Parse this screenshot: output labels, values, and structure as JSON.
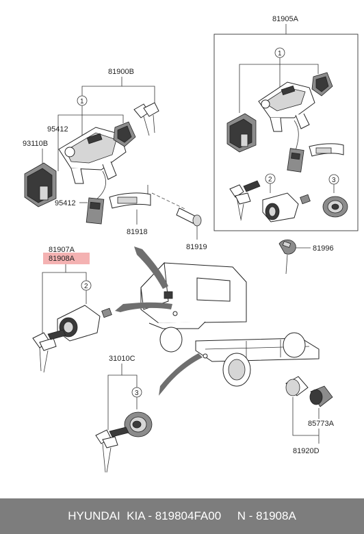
{
  "labels": {
    "p81905A": "81905A",
    "p81900B": "81900B",
    "p95412a": "95412",
    "p93110B": "93110B",
    "p95412b": "95412",
    "p81918": "81918",
    "p81919": "81919",
    "p81907A": "81907A",
    "p81908A": "81908A",
    "p81996": "81996",
    "p31010C": "31010C",
    "p85773A": "85773A",
    "p81920D": "81920D"
  },
  "callouts": {
    "c1a": "1",
    "c1b": "1",
    "c2a": "2",
    "c3a": "3",
    "c2b": "2",
    "c3b": "3"
  },
  "footer": {
    "brand": "HYUNDAI  KIA - 819804FA00",
    "part": "N - 81908A"
  },
  "colors": {
    "highlight": "#f4b2b2",
    "footer_bg": "#7d7d7d"
  }
}
